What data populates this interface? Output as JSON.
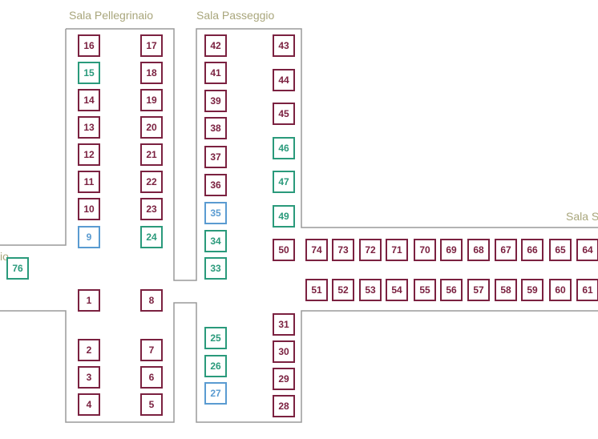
{
  "halls": {
    "pellegrinaio": "Sala Pellegrinaio",
    "passeggio": "Sala Passeggio",
    "right_partial": "Sala S",
    "left_partial": "io"
  },
  "colors": {
    "walls": "#9a9a9a",
    "label": "#a9a67c",
    "booth_default": "#7b2140",
    "booth_green": "#2a9a7b",
    "booth_blue": "#5a9bd1"
  },
  "legend_categories": {
    "default": "maroon",
    "green": "green",
    "blue": "blue"
  },
  "booths": [
    {
      "id": "16",
      "color": "maroon"
    },
    {
      "id": "17",
      "color": "maroon"
    },
    {
      "id": "15",
      "color": "green"
    },
    {
      "id": "18",
      "color": "maroon"
    },
    {
      "id": "14",
      "color": "maroon"
    },
    {
      "id": "19",
      "color": "maroon"
    },
    {
      "id": "13",
      "color": "maroon"
    },
    {
      "id": "20",
      "color": "maroon"
    },
    {
      "id": "12",
      "color": "maroon"
    },
    {
      "id": "21",
      "color": "maroon"
    },
    {
      "id": "11",
      "color": "maroon"
    },
    {
      "id": "22",
      "color": "maroon"
    },
    {
      "id": "10",
      "color": "maroon"
    },
    {
      "id": "23",
      "color": "maroon"
    },
    {
      "id": "9",
      "color": "blue"
    },
    {
      "id": "24",
      "color": "green"
    },
    {
      "id": "42",
      "color": "maroon"
    },
    {
      "id": "43",
      "color": "maroon"
    },
    {
      "id": "41",
      "color": "maroon"
    },
    {
      "id": "44",
      "color": "maroon"
    },
    {
      "id": "39",
      "color": "maroon"
    },
    {
      "id": "45",
      "color": "maroon"
    },
    {
      "id": "38",
      "color": "maroon"
    },
    {
      "id": "46",
      "color": "green"
    },
    {
      "id": "37",
      "color": "maroon"
    },
    {
      "id": "47",
      "color": "green"
    },
    {
      "id": "36",
      "color": "maroon"
    },
    {
      "id": "35",
      "color": "blue"
    },
    {
      "id": "49",
      "color": "green"
    },
    {
      "id": "34",
      "color": "green"
    },
    {
      "id": "33",
      "color": "green"
    },
    {
      "id": "50",
      "color": "maroon"
    },
    {
      "id": "74",
      "color": "maroon"
    },
    {
      "id": "73",
      "color": "maroon"
    },
    {
      "id": "72",
      "color": "maroon"
    },
    {
      "id": "71",
      "color": "maroon"
    },
    {
      "id": "70",
      "color": "maroon"
    },
    {
      "id": "69",
      "color": "maroon"
    },
    {
      "id": "68",
      "color": "maroon"
    },
    {
      "id": "67",
      "color": "maroon"
    },
    {
      "id": "66",
      "color": "maroon"
    },
    {
      "id": "65",
      "color": "maroon"
    },
    {
      "id": "64",
      "color": "maroon"
    },
    {
      "id": "76",
      "color": "green"
    },
    {
      "id": "51",
      "color": "maroon"
    },
    {
      "id": "52",
      "color": "maroon"
    },
    {
      "id": "53",
      "color": "maroon"
    },
    {
      "id": "54",
      "color": "maroon"
    },
    {
      "id": "55",
      "color": "maroon"
    },
    {
      "id": "56",
      "color": "maroon"
    },
    {
      "id": "57",
      "color": "maroon"
    },
    {
      "id": "58",
      "color": "maroon"
    },
    {
      "id": "59",
      "color": "maroon"
    },
    {
      "id": "60",
      "color": "maroon"
    },
    {
      "id": "61",
      "color": "maroon"
    },
    {
      "id": "1",
      "color": "maroon"
    },
    {
      "id": "8",
      "color": "maroon"
    },
    {
      "id": "2",
      "color": "maroon"
    },
    {
      "id": "7",
      "color": "maroon"
    },
    {
      "id": "3",
      "color": "maroon"
    },
    {
      "id": "6",
      "color": "maroon"
    },
    {
      "id": "4",
      "color": "maroon"
    },
    {
      "id": "5",
      "color": "maroon"
    },
    {
      "id": "31",
      "color": "maroon"
    },
    {
      "id": "25",
      "color": "green"
    },
    {
      "id": "30",
      "color": "maroon"
    },
    {
      "id": "26",
      "color": "green"
    },
    {
      "id": "29",
      "color": "maroon"
    },
    {
      "id": "27",
      "color": "blue"
    },
    {
      "id": "28",
      "color": "maroon"
    }
  ]
}
